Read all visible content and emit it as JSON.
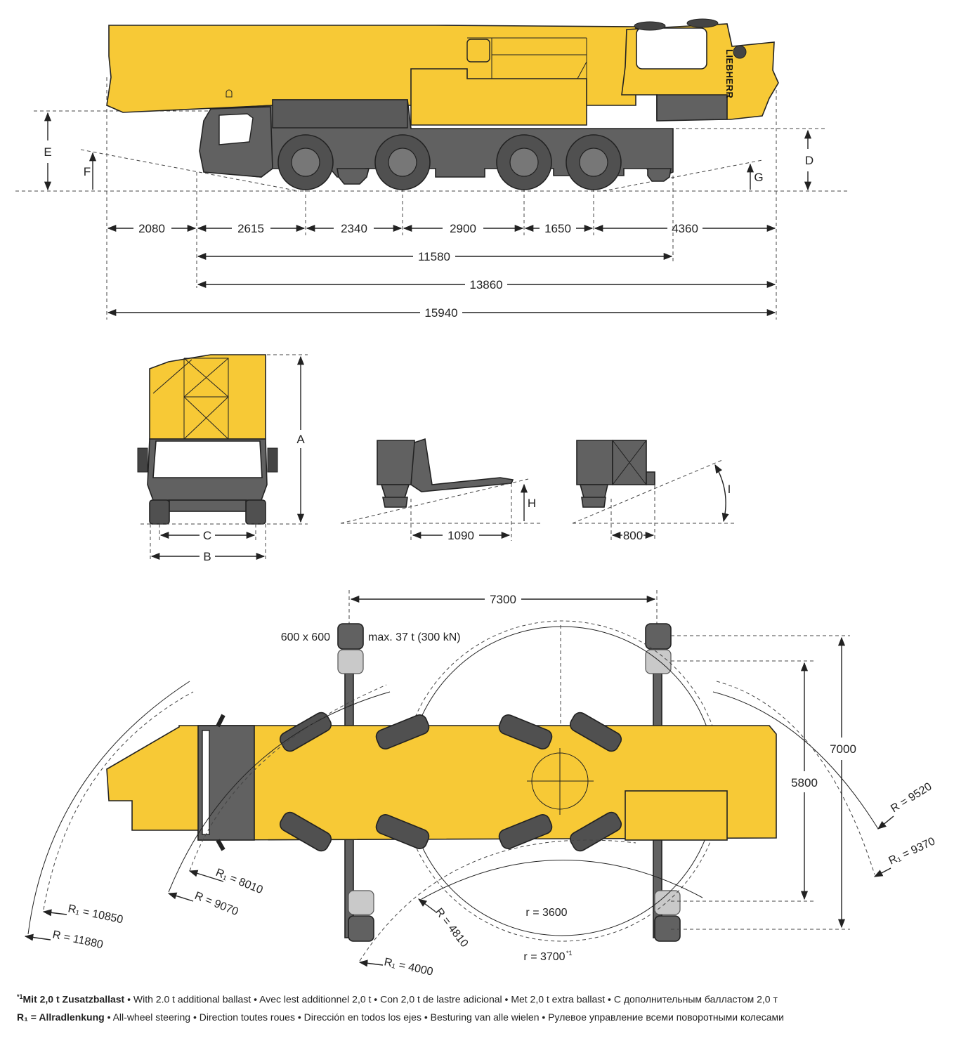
{
  "side_view": {
    "dims": [
      "2080",
      "2615",
      "2340",
      "2900",
      "1650",
      "4360",
      "11580",
      "13860",
      "15940"
    ],
    "letters": {
      "e": "E",
      "f": "F",
      "d": "D",
      "g": "G"
    },
    "brand": "LIEBHERR"
  },
  "front_view": {
    "letters": {
      "a": "A",
      "b": "B",
      "c": "C"
    }
  },
  "rear_views": {
    "dims": {
      "left": "1090",
      "right": "800"
    },
    "letters": {
      "h": "H",
      "i": "I"
    }
  },
  "plan_view": {
    "dims": {
      "width": "7300",
      "outer": "7000",
      "inner": "5800"
    },
    "pad": {
      "size": "600 x 600",
      "load": "max. 37 t (300 kN)"
    },
    "radii": {
      "r_9520": "R = 9520",
      "r1_9370": "R₁ = 9370",
      "r1_8010": "R₁ = 8010",
      "r_9070": "R = 9070",
      "r1_10850": "R₁ = 10850",
      "r_11880": "R = 11880",
      "r_4810": "R = 4810",
      "r1_4000": "R₁ = 4000",
      "r_3600": "r = 3600",
      "r_3700": "r = 3700",
      "r_3700_sup": "*1"
    }
  },
  "footnotes": {
    "line1_marker": "*1",
    "line1_bold": "Mit 2,0 t Zusatzballast",
    "line1_rest": " • With 2.0 t additional ballast • Avec lest additionnel 2,0 t • Con 2,0 t de lastre adicional • Met 2,0 t extra ballast • С дополнительным балластом 2,0 т",
    "line2_bold": "R₁ = Allradlenkung",
    "line2_rest": " • All-wheel steering • Direction toutes roues • Dirección en todos los ejes • Besturing van alle wielen • Рулевое управление всеми поворотными колесами"
  },
  "colors": {
    "crane_yellow": "#f7c936",
    "chassis_grey": "#616161",
    "line": "#222222"
  }
}
